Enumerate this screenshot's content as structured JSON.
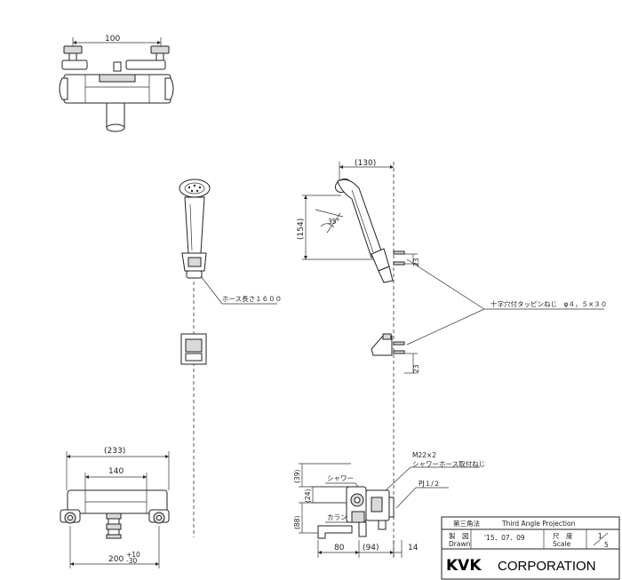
{
  "dimensions": {
    "top_width": "100",
    "front_overall_width": "(233)",
    "front_inner_width": "140",
    "front_pitch": "200",
    "front_pitch_tol_upper": "+10",
    "front_pitch_tol_lower": "-30",
    "head_reach": "(130)",
    "head_height": "(154)",
    "head_angle": "35°",
    "hanger_offset_upper": "23",
    "hanger_offset_lower": "23",
    "side_top_offset": "(39)",
    "side_body_offset": "(24)",
    "side_spout_height": "(88)",
    "spout_length": "80",
    "body_depth": "(94)",
    "wall_offset": "14"
  },
  "labels": {
    "hose_length": "ホース長さ１６００",
    "tapping_screw": "十字穴付タッピンねじ　φ４，５×３０",
    "shower_hose_thread_size": "M22×2",
    "shower_hose_thread": "シャワーホース取付ねじ",
    "pipe_thread": "PJ１/２",
    "shower": "シャワー",
    "spout": "カラン"
  },
  "title_block": {
    "projection_jp": "第三角法",
    "projection_en": "Third Angle Projection",
    "drawn_jp": "製　図",
    "drawn_en": "Drawn",
    "drawn_date": "'15．07．09",
    "scale_jp": "尺　度",
    "scale_en": "Scale",
    "scale_num": "1",
    "scale_den": "5",
    "brand": "KVK",
    "company": "CORPORATION"
  }
}
